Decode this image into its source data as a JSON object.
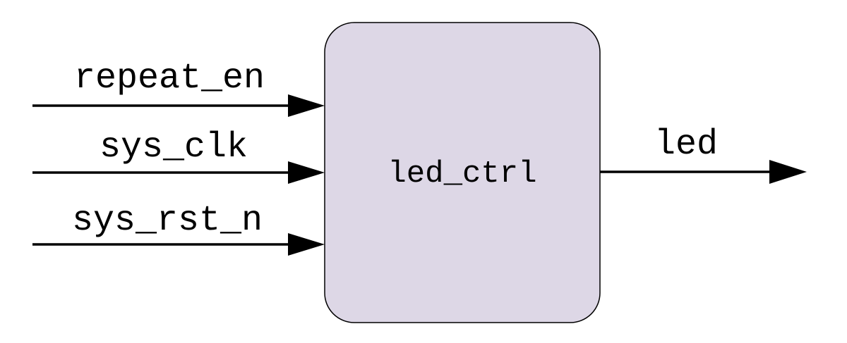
{
  "module": {
    "name": "led_ctrl",
    "fill_color": "#ddd7e6",
    "stroke_color": "#000000"
  },
  "inputs": [
    {
      "name": "repeat_en"
    },
    {
      "name": "sys_clk"
    },
    {
      "name": "sys_rst_n"
    }
  ],
  "outputs": [
    {
      "name": "led"
    }
  ]
}
